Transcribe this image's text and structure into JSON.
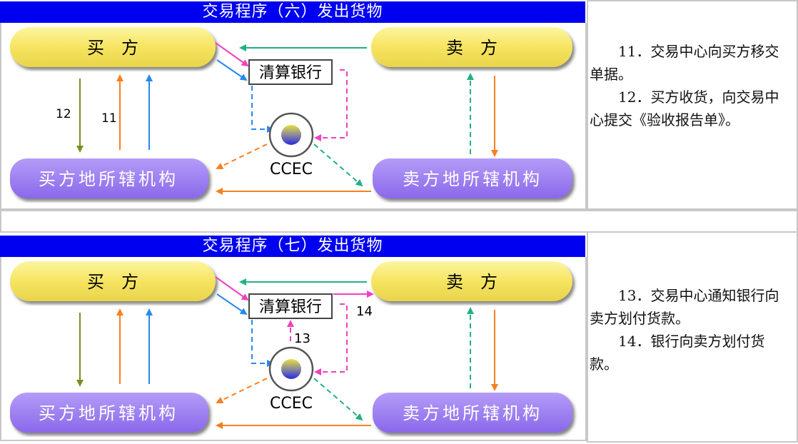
{
  "panels": [
    {
      "title": "交易程序（六）发出货物",
      "buyer": "买　方",
      "seller": "卖　方",
      "bank": "清算银行",
      "ccec": "CCEC",
      "buyer_office": "买方地所辖机构",
      "seller_office": "卖方地所辖机构",
      "labels": [
        "12",
        "11"
      ],
      "desc": [
        "11．交易中心向买方移交单据。",
        "12．买方收货，向交易中心提交《验收报告单》。"
      ]
    },
    {
      "title": "交易程序（七）发出货物",
      "buyer": "买　方",
      "seller": "卖　方",
      "bank": "清算银行",
      "ccec": "CCEC",
      "buyer_office": "买方地所辖机构",
      "seller_office": "卖方地所辖机构",
      "labels": [
        "13",
        "14"
      ],
      "desc": [
        "13．交易中心通知银行向卖方划付货款。",
        "14．银行向卖方划付货款。"
      ]
    }
  ],
  "colors": {
    "title_bar": "#0000f0",
    "buyer": "#f8e870",
    "office": "#9c7cf0"
  }
}
